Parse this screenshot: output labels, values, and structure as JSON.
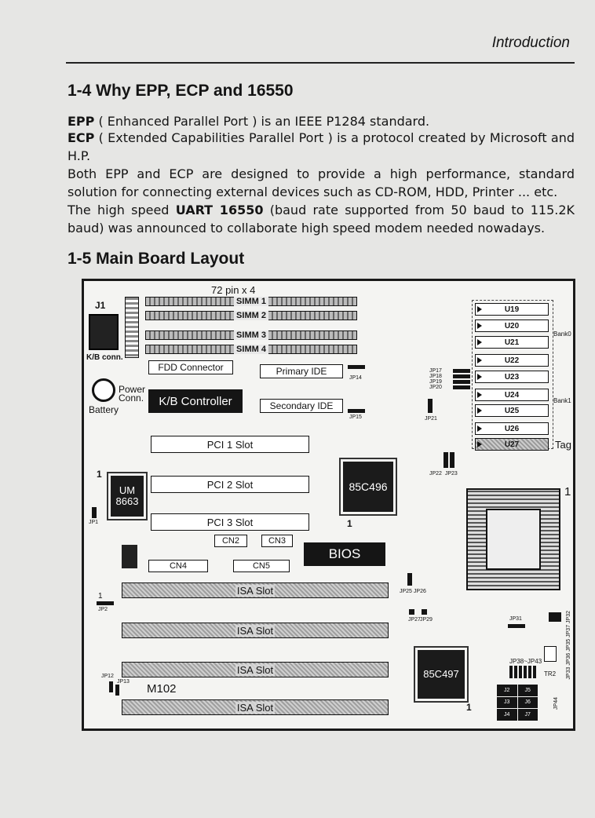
{
  "header": {
    "title": "Introduction"
  },
  "section1": {
    "heading": "1-4 Why EPP, ECP and 16550",
    "epp_term": "EPP",
    "epp_text": " ( Enhanced Parallel Port ) is an IEEE P1284 standard.",
    "ecp_term": "ECP",
    "ecp_text": " ( Extended Capabilities Parallel Port ) is a  protocol created by Microsoft and H.P.",
    "both_text": "Both EPP and ECP are designed to provide a high performance, standard solution for connecting external devices such as CD-ROM, HDD, Printer ... etc.",
    "uart_pre": "The high speed ",
    "uart_term": "UART 16550",
    "uart_post": " (baud rate supported from 50 baud to 115.2K baud) was announced to collaborate high speed modem needed nowadays."
  },
  "section2": {
    "heading": "1-5 Main Board Layout"
  },
  "board": {
    "simm_header": "72 pin x 4",
    "simm": [
      "SIMM 1",
      "SIMM 2",
      "SIMM 3",
      "SIMM 4"
    ],
    "j1": "J1",
    "kb_conn": "K/B conn.",
    "power_conn": "Power\nConn.",
    "battery": "Battery",
    "fdd": "FDD Connector",
    "kb_controller": "K/B Controller",
    "primary_ide": "Primary IDE",
    "secondary_ide": "Secondary IDE",
    "jp14": "JP14",
    "jp15": "JP15",
    "pci": [
      "PCI 1 Slot",
      "PCI 2 Slot",
      "PCI 3 Slot"
    ],
    "um8663": "UM\n8663",
    "chip_85c496": "85C496",
    "chip_85c497": "85C497",
    "bios": "BIOS",
    "cn2": "CN2",
    "cn3": "CN3",
    "cn4": "CN4",
    "cn5": "CN5",
    "isa": [
      "ISA Slot",
      "ISA Slot",
      "ISA Slot",
      "ISA Slot"
    ],
    "m102": "M102",
    "jp1": "JP1",
    "jp2": "JP2",
    "jp12": "JP12",
    "jp13": "JP13",
    "jp17_20": "JP17\nJP18\nJP19\nJP20",
    "jp21": "JP21",
    "jp22_23": "JP22  JP23",
    "jp25_26": "JP25 JP26",
    "jp27": "JP27",
    "jp29": "JP29",
    "jp31": "JP31",
    "jp38_43": "JP38~JP43",
    "tr2": "TR2",
    "jp44": "JP44",
    "right_col_jp": "JP33 JP36 JP35 JP37 JP32",
    "j_grid": [
      "J2",
      "J5",
      "J3",
      "J6",
      "J4",
      "J7"
    ],
    "u": [
      "U19",
      "U20",
      "U21",
      "U22",
      "U23",
      "U24",
      "U25",
      "U26",
      "U27"
    ],
    "bank0": "Bank0",
    "bank1": "Bank1",
    "tag": "Tag",
    "one": "1"
  }
}
